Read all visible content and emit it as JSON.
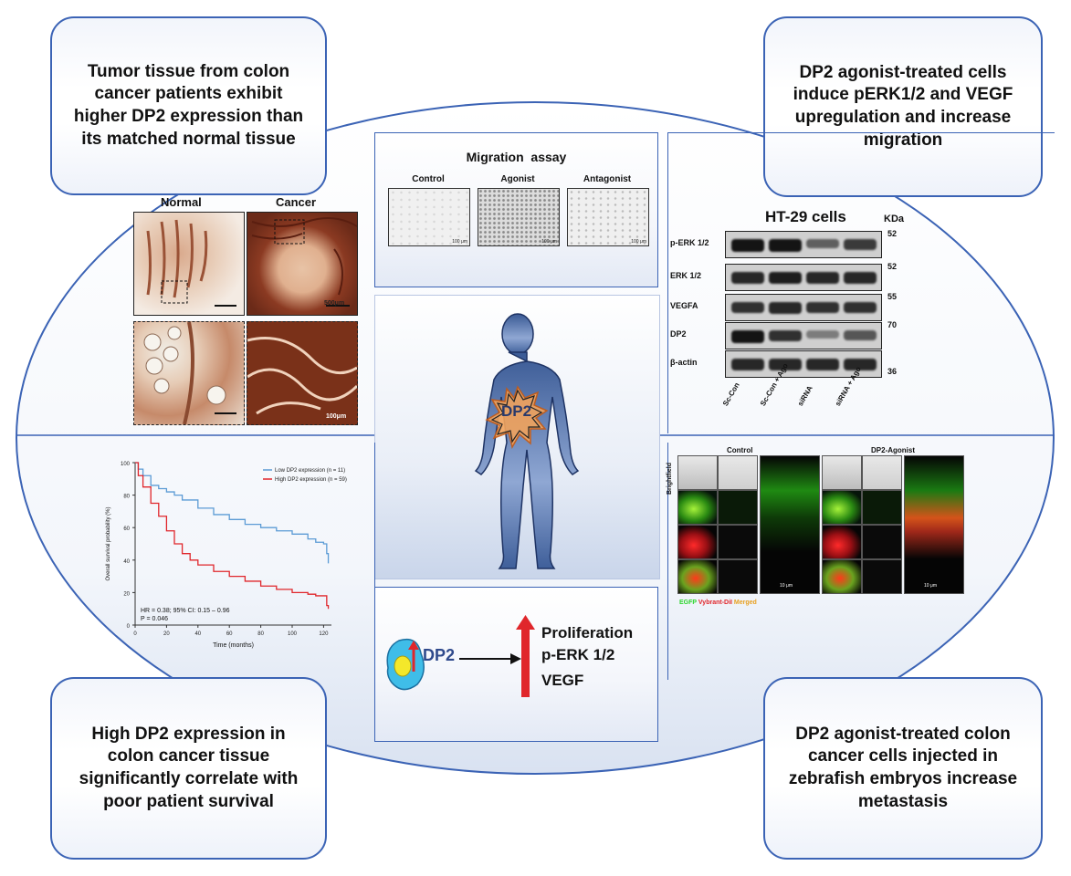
{
  "callouts": {
    "top_left": "Tumor tissue from colon cancer patients exhibit higher DP2 expression than its matched normal tissue",
    "top_right": "DP2 agonist-treated cells induce pERK1/2 and VEGF upregulation and increase migration",
    "bottom_left": "High DP2 expression in colon cancer tissue significantly correlate with poor patient survival",
    "bottom_right": "DP2 agonist-treated colon cancer cells injected in zebrafish embryos increase metastasis"
  },
  "ihc": {
    "normal_label": "Normal",
    "cancer_label": "Cancer",
    "scale_label": "500μm",
    "scale_label_2": "100μm"
  },
  "migration": {
    "title": "Migration  assay",
    "panels": [
      "Control",
      "Agonist",
      "Antagonist"
    ],
    "scale": "100 μm"
  },
  "center": {
    "badge": "DP2"
  },
  "mechanism": {
    "cell_label": "DP2",
    "outcomes": [
      "Proliferation",
      "p-ERK 1/2",
      "VEGF"
    ]
  },
  "western": {
    "title": "HT-29 cells",
    "kda_label": "KDa",
    "rows": [
      {
        "label": "p-ERK 1/2",
        "kda": "52",
        "intensity": [
          0.95,
          0.95,
          0.55,
          0.75
        ]
      },
      {
        "label": "ERK 1/2",
        "kda": "52",
        "intensity": [
          0.85,
          0.9,
          0.85,
          0.85
        ]
      },
      {
        "label": "VEGFA",
        "kda": "55",
        "intensity": [
          0.8,
          0.85,
          0.8,
          0.8
        ]
      },
      {
        "label": "DP2",
        "kda": "70",
        "intensity": [
          0.95,
          0.8,
          0.4,
          0.6
        ]
      },
      {
        "label": "β-actin",
        "kda": "36",
        "intensity": [
          0.85,
          0.85,
          0.85,
          0.85
        ]
      }
    ],
    "lanes": [
      "Sc-Con",
      "Sc-Con + Ago",
      "siRNA",
      "siRNA + Ago"
    ]
  },
  "survival": {
    "legend": [
      "Low DP2 expression (n = 11)",
      "High DP2 expression (n = 59)"
    ],
    "stats_1": "HR = 0.38; 95% CI: 0.15 – 0.96",
    "stats_2": "P = 0.046",
    "xlabel": "Time (months)",
    "ylabel": "Overall survival probability (%)",
    "x_ticks": [
      "0",
      "20",
      "40",
      "60",
      "80",
      "100",
      "120"
    ],
    "y_ticks": [
      "0",
      "20",
      "40",
      "60",
      "80",
      "100"
    ],
    "colors": {
      "low": "#5b9bd5",
      "high": "#e0262b"
    }
  },
  "zebrafish": {
    "control_label": "Control",
    "agonist_label": "DP2-Agonist",
    "side_label": "Brightfield",
    "egfp": "EGFP",
    "dii": "Vybrant-DiI",
    "merged": "Merged",
    "scale": "10 μm"
  },
  "chart_data": {
    "type": "line",
    "title": "",
    "xlabel": "Time (months)",
    "ylabel": "Overall survival probability (%)",
    "xlim": [
      0,
      125
    ],
    "ylim": [
      0,
      100
    ],
    "series": [
      {
        "name": "Low DP2 expression (n = 11)",
        "x": [
          0,
          2,
          5,
          10,
          15,
          20,
          25,
          30,
          40,
          50,
          60,
          70,
          80,
          90,
          100,
          110,
          115,
          120,
          122,
          123
        ],
        "y": [
          100,
          96,
          92,
          86,
          84,
          82,
          80,
          77,
          72,
          68,
          65,
          62,
          60,
          58,
          56,
          53,
          51,
          50,
          44,
          38
        ]
      },
      {
        "name": "High DP2 expression (n = 59)",
        "x": [
          0,
          2,
          5,
          10,
          15,
          20,
          25,
          30,
          35,
          40,
          50,
          60,
          70,
          80,
          90,
          100,
          110,
          115,
          120,
          122,
          123
        ],
        "y": [
          100,
          92,
          85,
          75,
          67,
          58,
          50,
          44,
          40,
          37,
          33,
          30,
          27,
          24,
          22,
          20,
          19,
          18,
          18,
          12,
          10
        ]
      }
    ]
  }
}
